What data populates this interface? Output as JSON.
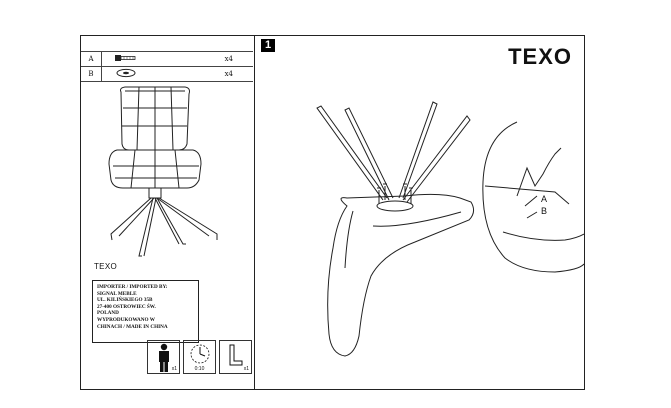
{
  "parts": [
    {
      "letter": "A",
      "icon": "bolt-icon",
      "qty": "x4"
    },
    {
      "letter": "B",
      "icon": "washer-icon",
      "qty": "x4"
    }
  ],
  "model_name": "TEXO",
  "importer_lines": [
    "IMPORTER / IMPORTED BY:",
    "SIGNAL MEBLE",
    "UL. KILIŃSKIEGO 35B",
    "27-400 OSTROWIEC ŚW.",
    "POLAND",
    "WYPRODUKOWANO W",
    "CHINACH / MADE IN CHINA"
  ],
  "tools": [
    {
      "icon": "person-icon",
      "label": "x1"
    },
    {
      "icon": "clock-icon",
      "label": "0:10"
    },
    {
      "icon": "allen-key-icon",
      "label": "x1"
    }
  ],
  "step_number": "1",
  "title": "TEXO",
  "callouts": {
    "a": "A",
    "b": "B"
  }
}
